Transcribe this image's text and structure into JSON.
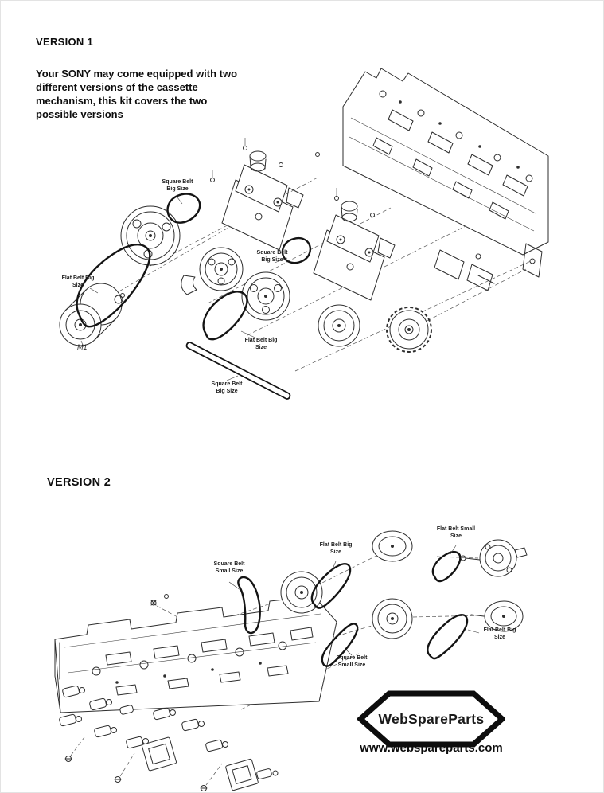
{
  "page": {
    "background": "#ffffff",
    "line_color": "#2e2e2e"
  },
  "version1": {
    "title": "VERSION 1",
    "description": "Your SONY may come equipped with two different versions of the cassette mechanism, this kit covers the two possible versions",
    "motor_label": "M1",
    "labels": [
      "Square Belt Big Size",
      "Flat Belt Big Size",
      "Square Belt Big Size",
      "Flat Belt Big Size",
      "Square Belt Big Size"
    ]
  },
  "version2": {
    "title": "VERSION 2",
    "labels": [
      "Square Belt Small Size",
      "Flat Belt Big Size",
      "Flat Belt Small Size",
      "Square Belt Small Size",
      "Flat Belt Big Size"
    ]
  },
  "footer": {
    "brand": "WebSpareParts",
    "website": "www.webspareparts.com"
  }
}
